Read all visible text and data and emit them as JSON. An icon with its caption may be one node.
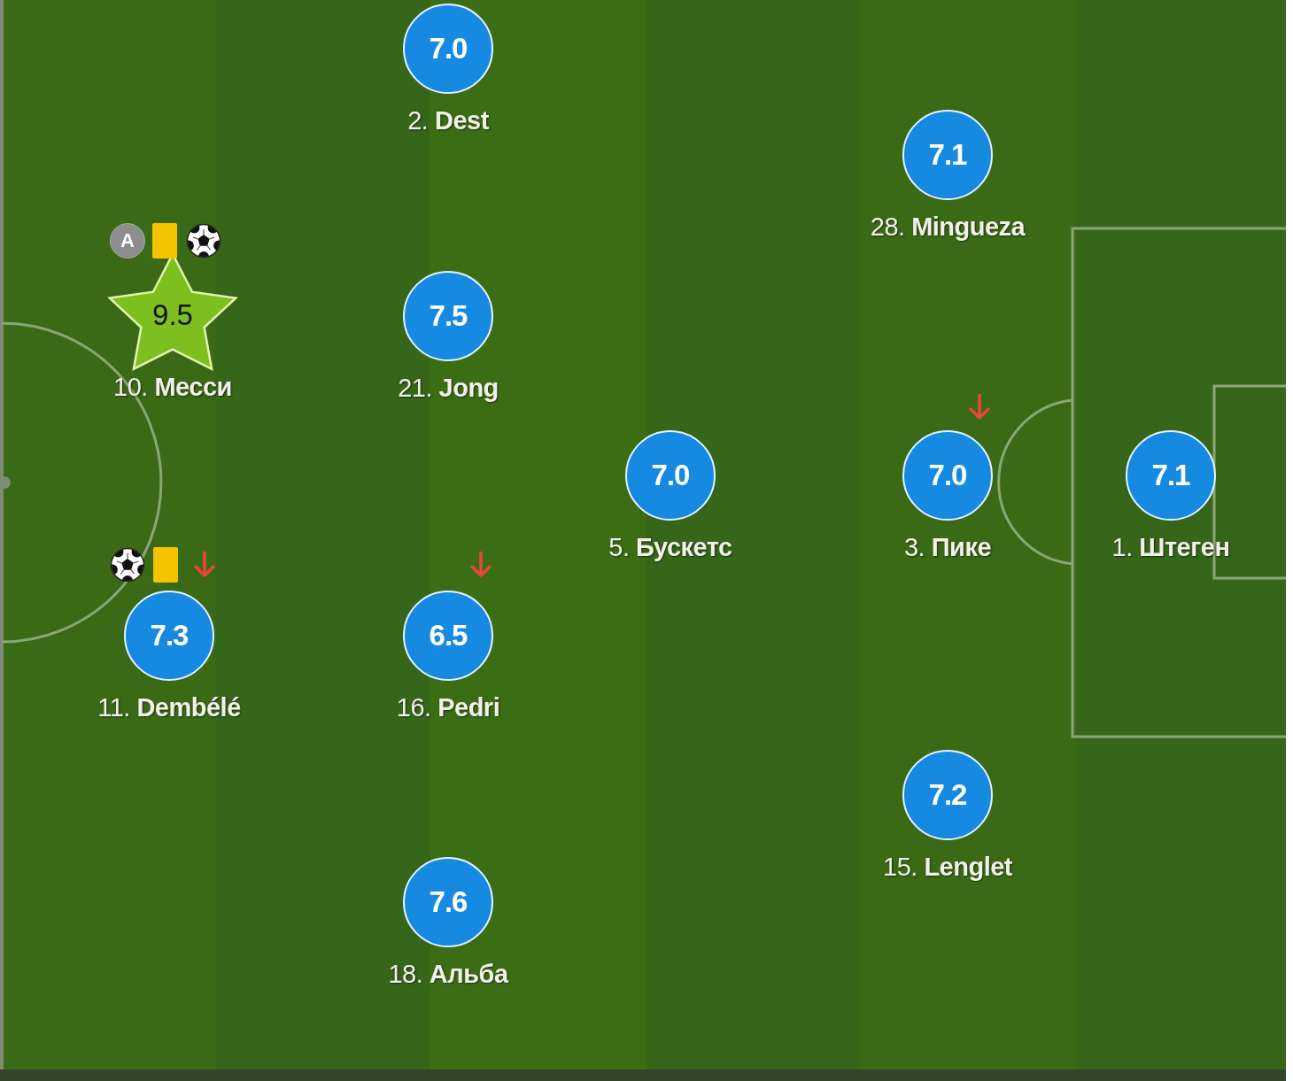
{
  "diagram": {
    "nodes": [
      {
        "text": [
          "7.0"
        ],
        "beside": [
          "2. **Dest**"
        ]
      },
      {
        "text": [
          "7.1"
        ],
        "beside": [
          "28. **Mingueza**"
        ]
      },
      {
        "text": [
          "A"
        ]
      },
      {
        "text": [
          "9.5"
        ],
        "beside": [
          "10. **Месси**"
        ]
      },
      {
        "text": [
          "7.5"
        ],
        "beside": [
          "21. **Jong**"
        ]
      },
      {
        "text": [
          "7.0"
        ],
        "beside": [
          "5. **Бускетс**"
        ]
      },
      {
        "text": [
          "7.0"
        ],
        "beside": [
          "3. **Пике**"
        ]
      },
      {
        "text": [
          "7.1"
        ],
        "beside": [
          "1. **Штеген**"
        ]
      },
      {
        "text": [
          "7.3"
        ],
        "beside": [
          "11. **Dembélé**"
        ]
      },
      {
        "text": [
          "6.5"
        ],
        "beside": [
          "16. **Pedri**"
        ]
      },
      {
        "text": [
          "7.2"
        ],
        "beside": [
          "15. **Lenglet**"
        ]
      },
      {
        "text": [
          "7.6"
        ],
        "beside": [
          "18. **Альба**"
        ]
      }
    ]
  }
}
